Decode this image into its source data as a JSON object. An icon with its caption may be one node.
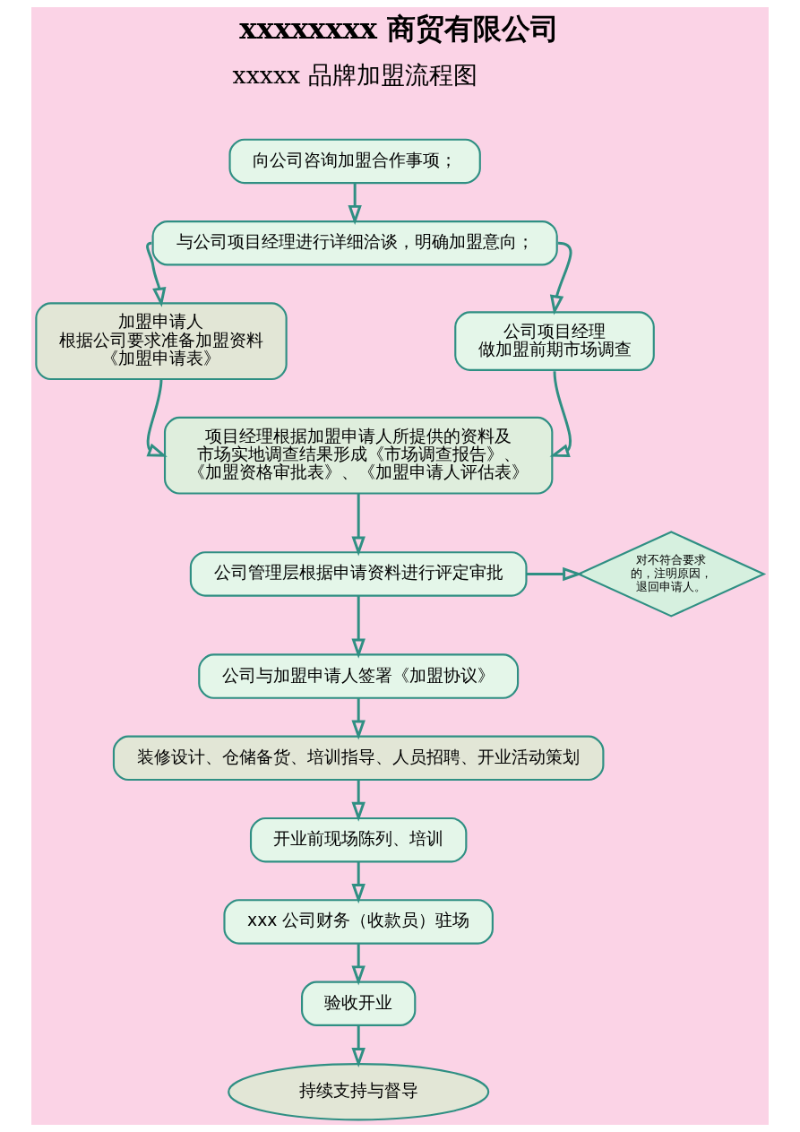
{
  "diagram": {
    "title": "xxxxxxxx 商贸有限公司",
    "nodes": [
      {
        "text": [
          "向公司咨询加盟合作事项；"
        ]
      },
      {
        "text": [
          "与公司项目经理进行详细洽谈，明确加盟意向；"
        ]
      },
      {
        "text": [
          "加盟申请人",
          "根据公司要求准备加盟资料《加盟申请表》"
        ]
      },
      {
        "text": [
          "公司项目经理",
          "做加盟前期市场调查"
        ]
      },
      {
        "text": [
          "项目经理根据加盟申请人所提供的资料及市场实地调查结果形成《市场调查报告》、《加盟资格审批表》、《加盟申请人评估表》"
        ]
      },
      {
        "text": [
          "公司管理层根据申请资料进行评定审批"
        ]
      },
      {
        "text": [
          "对不符合要求的，注明原因，退回申请人。"
        ]
      },
      {
        "text": [
          "公司与加盟申请人签署《加盟协议》"
        ]
      },
      {
        "text": [
          "装修设计、仓储备货、培训指导、人员招聘、开业活动策划"
        ]
      },
      {
        "text": [
          "开业前现场陈列、培训"
        ]
      },
      {
        "text": [
          "xxx 公司财务（收款员）驻场"
        ]
      },
      {
        "text": [
          "验收开业"
        ]
      },
      {
        "text": [
          "持续支持与督导"
        ]
      }
    ],
    "edges": [
      {
        "from": 0,
        "to": 1,
        "arrow": "to"
      },
      {
        "from": 1,
        "to": 2,
        "arrow": "to"
      },
      {
        "from": 1,
        "to": 3,
        "arrow": "to"
      },
      {
        "from": 2,
        "to": 4,
        "arrow": "to"
      },
      {
        "from": 3,
        "to": 4,
        "arrow": "to"
      },
      {
        "from": 4,
        "to": 5,
        "arrow": "to"
      },
      {
        "from": 5,
        "to": 6,
        "arrow": "to"
      },
      {
        "from": 5,
        "to": 7,
        "arrow": "to"
      },
      {
        "from": 7,
        "to": 8,
        "arrow": "to"
      },
      {
        "from": 8,
        "to": 9,
        "arrow": "to"
      },
      {
        "from": 9,
        "to": 10,
        "arrow": "to"
      },
      {
        "from": 10,
        "to": 11,
        "arrow": "to"
      },
      {
        "from": 11,
        "to": 12,
        "arrow": "to"
      }
    ],
    "labels": [
      "xxxxx 品牌加盟流程图"
    ]
  }
}
